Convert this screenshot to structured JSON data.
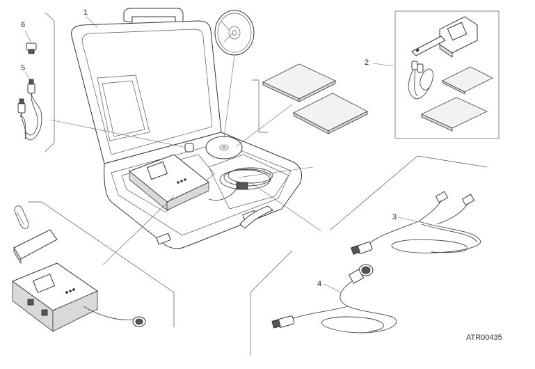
{
  "callouts": {
    "c1": "1",
    "c2": "2",
    "c3": "3",
    "c4": "4",
    "c5": "5",
    "c6": "6"
  },
  "reference_code": "ATR00435"
}
